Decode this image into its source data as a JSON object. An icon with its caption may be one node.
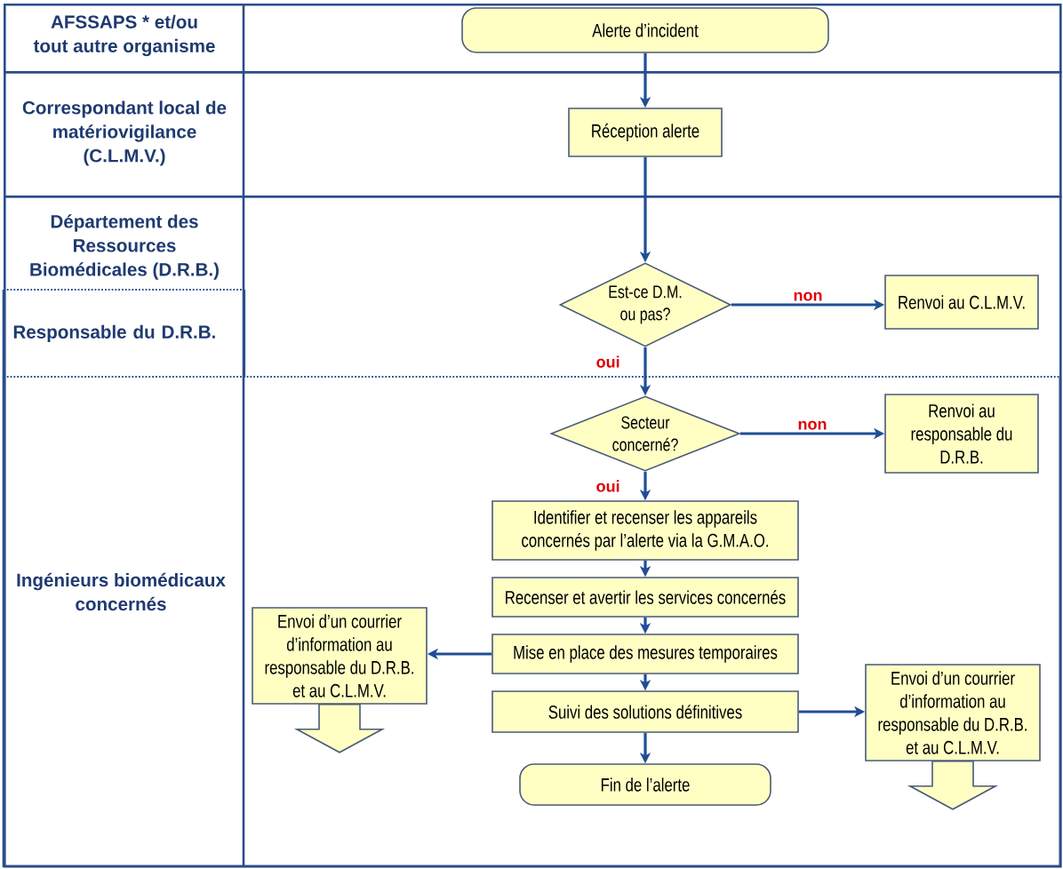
{
  "diagram": {
    "nodes": [
      {
        "text": [
          "AFSSAPS * et/ou tout autre organisme"
        ]
      },
      {
        "text": [
          "Alerte d’incident"
        ],
        "in": 0
      },
      {
        "text": [
          "Correspondant local de matériovigilance (C.L.M.V.)"
        ]
      },
      {
        "text": [
          "Réception alerte"
        ],
        "in": 2
      },
      {
        "text": [
          "Département des Ressources Biomédicales (D.R.B.)"
        ]
      },
      {
        "text": [
          "Responsable du D.R.B."
        ],
        "in": 4
      },
      {
        "text": [
          "Est-ce D.M. ou pas?"
        ],
        "in": 4
      },
      {
        "text": [
          "Renvoi au C.L.M.V."
        ],
        "in": 4
      },
      {
        "text": [
          "Ingénieurs biomédicaux concernés"
        ],
        "in": 4
      },
      {
        "text": [
          "Secteur concerné?"
        ],
        "in": 8
      },
      {
        "text": [
          "Renvoi au responsable du D.R.B."
        ],
        "in": 8
      },
      {
        "text": [
          "Identifier et recenser les appareils concernés par l’alerte via la G.M.A.O."
        ],
        "in": 8
      },
      {
        "text": [
          "Recenser et avertir les services concernés"
        ],
        "in": 8
      },
      {
        "text": [
          "Mise en place des mesures temporaires"
        ],
        "in": 8
      },
      {
        "text": [
          "Envoi d’un courrier d’information au responsable du D.R.B. et au C.L.M.V."
        ],
        "in": 8
      },
      {
        "text": [
          "Suivi des solutions définitives"
        ],
        "in": 8
      },
      {
        "text": [
          "Envoi d’un courrier d’information au responsable du D.R.B. et au C.L.M.V."
        ],
        "in": 8
      },
      {
        "text": [
          "Fin de l’alerte"
        ],
        "in": 8
      }
    ],
    "edges": [
      {
        "from": 1,
        "to": 3,
        "arrow": "to"
      },
      {
        "from": 3,
        "to": 6,
        "arrow": "to"
      },
      {
        "from": 6,
        "to": 7,
        "arrow": "to",
        "label": "non"
      },
      {
        "from": 6,
        "to": 9,
        "arrow": "to",
        "label": "oui"
      },
      {
        "from": 9,
        "to": 10,
        "arrow": "to",
        "label": "non"
      },
      {
        "from": 9,
        "to": 11,
        "arrow": "to",
        "label": "oui"
      },
      {
        "from": 11,
        "to": 12,
        "arrow": "to"
      },
      {
        "from": 12,
        "to": 13,
        "arrow": "to"
      },
      {
        "from": 13,
        "to": 14,
        "arrow": "to"
      },
      {
        "from": 13,
        "to": 15,
        "arrow": "to"
      },
      {
        "from": 15,
        "to": 16,
        "arrow": "to"
      },
      {
        "from": 15,
        "to": 17,
        "arrow": "to"
      },
      {
        "from": 14,
        "to": null,
        "arrow": "to",
        "style": "thick",
        "color": "#ffffc4"
      },
      {
        "from": 16,
        "to": null,
        "arrow": "to",
        "style": "thick",
        "color": "#ffffc4"
      }
    ]
  }
}
